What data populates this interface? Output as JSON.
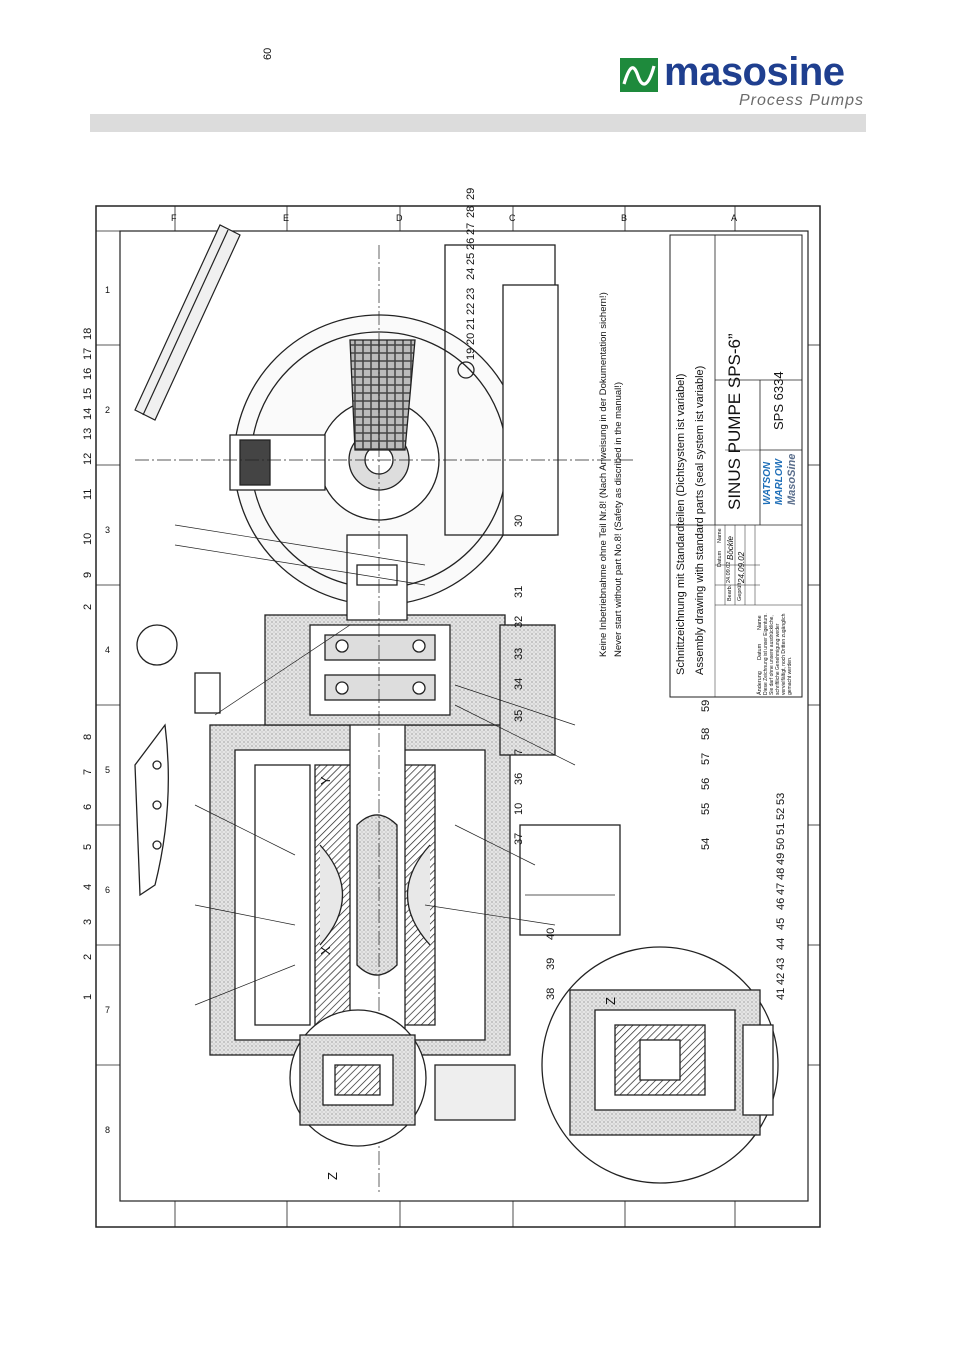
{
  "header": {
    "logo_word": "masosine",
    "logo_sub": "Process Pumps",
    "brand_color": "#1f3f8f",
    "mark_color": "#1e8a3c"
  },
  "drawing": {
    "note_de": "Keine Inbetriebnahme ohne Teil Nr.8! (Nach Anweisung in der Dokumentation sichern!)",
    "note_en": "Never start without part No.8! (Safety as discribed in the manual!)",
    "title_de": "Schnittzeichnung mit Standardteilen (Dichtsystem ist variabel)",
    "title_en": "Assembly drawing with standard parts (seal system ist variable)",
    "pump_name": "SINUS PUMPE SPS-6”",
    "drawing_no": "SPS 6334",
    "tb_datum": "Datum",
    "tb_name": "Name",
    "tb_bearb": "Bearb.",
    "tb_gepr": "Geprüft",
    "tb_date1": "24.09.02",
    "tb_date2": "24.09.02",
    "tb_author": "Böckle",
    "tb_aenderung": "Änderung",
    "tb_datum2": "Datum",
    "tb_name2": "Name",
    "tb_copyright": "Diese Zeichnung ist unser Eigentum. Sie darf ohne unsere ausdrückliche, schriftliche Genehmigung weder vervielfältigt, noch Dritten zugänglich gemacht werden.",
    "brand1": "WATSON",
    "brand2": "MARLOW",
    "brand3": "MasoSine",
    "section_x": "X",
    "section_y": "Y",
    "section_z": "Z",
    "section_z2": "Z",
    "callouts": [
      "1",
      "2",
      "3",
      "4",
      "5",
      "6",
      "7",
      "8",
      "2",
      "9",
      "10",
      "11",
      "12",
      "13",
      "14",
      "15",
      "16",
      "17",
      "18",
      "19",
      "20",
      "21",
      "22",
      "23",
      "24",
      "25",
      "26",
      "27",
      "28",
      "29",
      "30",
      "31",
      "32",
      "33",
      "34",
      "35",
      "7",
      "36",
      "10",
      "37",
      "38",
      "39",
      "40",
      "41",
      "42",
      "43",
      "44",
      "45",
      "46",
      "47",
      "48",
      "49",
      "50",
      "51",
      "52",
      "53",
      "54",
      "55",
      "56",
      "57",
      "58",
      "59",
      "60"
    ],
    "grid_top": [
      "F",
      "E",
      "D",
      "C",
      "B",
      "A"
    ],
    "grid_side": [
      "1",
      "2",
      "3",
      "4",
      "5",
      "6",
      "7",
      "8"
    ]
  }
}
